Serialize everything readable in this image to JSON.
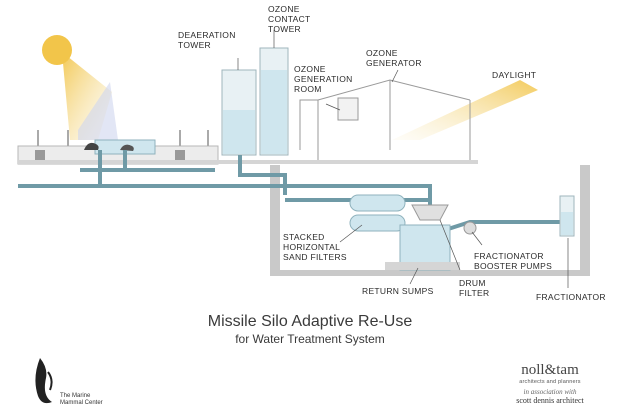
{
  "labels": {
    "deaeration_tower": "DEAERATION\nTOWER",
    "ozone_contact_tower": "OZONE\nCONTACT\nTOWER",
    "ozone_generation_room": "OZONE\nGENERATION\nROOM",
    "ozone_generator": "OZONE\nGENERATOR",
    "daylight": "DAYLIGHT",
    "stacked_sand_filters": "STACKED\nHORIZONTAL\nSAND FILTERS",
    "return_sumps": "RETURN SUMPS",
    "drum_filter": "DRUM\nFILTER",
    "fractionator_booster_pumps": "FRACTIONATOR\nBOOSTER PUMPS",
    "fractionator": "FRACTIONATOR"
  },
  "title": "Missile Silo Adaptive Re-Use",
  "subtitle": "for Water Treatment System",
  "marine_center": {
    "line1": "The Marine",
    "line2": "Mammal Center"
  },
  "firm": {
    "name": "noll&tam",
    "tagline": "architects and planners",
    "association": "in association with",
    "partner": "scott dennis architect"
  },
  "colors": {
    "water": "#cfe6ee",
    "pipe": "#6f9aa6",
    "pipe_dark": "#4f7f8c",
    "structure": "#b7b7b7",
    "sunlight": "#f2c54a"
  }
}
